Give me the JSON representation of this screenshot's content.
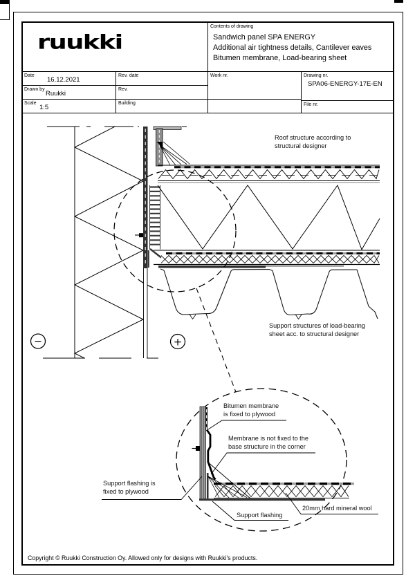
{
  "page": {
    "logo": "ruukki",
    "copyright": "Copyright © Ruukki Construction Oy. Allowed only for designs with Ruukki's products."
  },
  "title_block": {
    "contents_label": "Contents of drawing",
    "title_line1": "Sandwich panel SPA ENERGY",
    "title_line2": "Additional air tightness details, Cantilever eaves",
    "title_line3": "Bitumen membrane, Load-bearing sheet",
    "date_label": "Date",
    "date_value": "16.12.2021",
    "rev_date_label": "Rev. date",
    "work_nr_label": "Work nr.",
    "drawing_nr_label": "Drawing nr.",
    "drawing_nr_value": "SPA06-ENERGY-17E-EN",
    "drawn_by_label": "Drawn by",
    "drawn_by_value": "Ruukki",
    "rev_label": "Rev.",
    "scale_label": "Scale",
    "scale_value": "1:5",
    "building_label": "Building",
    "file_nr_label": "File nr."
  },
  "annotations": {
    "roof_structure_l1": "Roof structure according to",
    "roof_structure_l2": "structural designer",
    "support_structures_l1": "Support structures of load-bearing",
    "support_structures_l2": "sheet acc. to structural designer",
    "bitumen_l1": "Bitumen membrane",
    "bitumen_l2": "is fixed to plywood",
    "membrane_l1": "Membrane is not fixed to the",
    "membrane_l2": "base structure in the corner",
    "flashing_fixed_l1": "Support flashing is",
    "flashing_fixed_l2": "fixed to plywood",
    "support_flashing": "Support flashing",
    "mineral_wool": "20mm hard mineral wool"
  },
  "symbols": {
    "minus": "−",
    "plus": "+"
  }
}
